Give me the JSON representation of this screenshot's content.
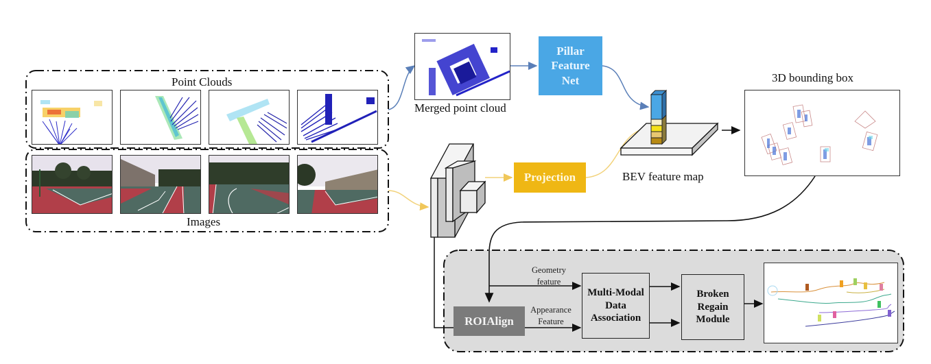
{
  "inputs": {
    "point_clouds": {
      "label": "Point Clouds",
      "thumbnails": [
        {
          "name": "point-cloud-view-1",
          "palette": "jet"
        },
        {
          "name": "point-cloud-view-2",
          "palette": "jet"
        },
        {
          "name": "point-cloud-view-3",
          "palette": "jet"
        },
        {
          "name": "point-cloud-view-4",
          "palette": "blue"
        }
      ]
    },
    "images": {
      "label": "Images",
      "thumbnails": [
        {
          "name": "camera-image-1"
        },
        {
          "name": "camera-image-2"
        },
        {
          "name": "camera-image-3"
        },
        {
          "name": "camera-image-4"
        }
      ]
    }
  },
  "lidar_branch": {
    "merged_caption": "Merged point cloud",
    "pillar_feature_net": "Pillar Feature Net",
    "bev_caption": "BEV feature map",
    "bbox_caption": "3D bounding box"
  },
  "image_branch": {
    "projection": "Projection",
    "backbone_icon": "cnn-backbone-icon"
  },
  "tracking_module": {
    "roialign": "ROIAlign",
    "geometry_label": "Geometry feature",
    "appearance_label": "Appearance Feature",
    "association": "Multi-Modal Data Association",
    "broken_regain": "Broken Regain Module",
    "output_icon": "trajectory-visualization"
  },
  "colors": {
    "pillar_blue": "#4aa7e5",
    "projection_yellow": "#efb714",
    "roialign_gray": "#7b7b7b",
    "module_bg": "#dcdcdc",
    "lidar_arrow": "#5a7fb8",
    "image_arrow": "#f2d27a"
  }
}
